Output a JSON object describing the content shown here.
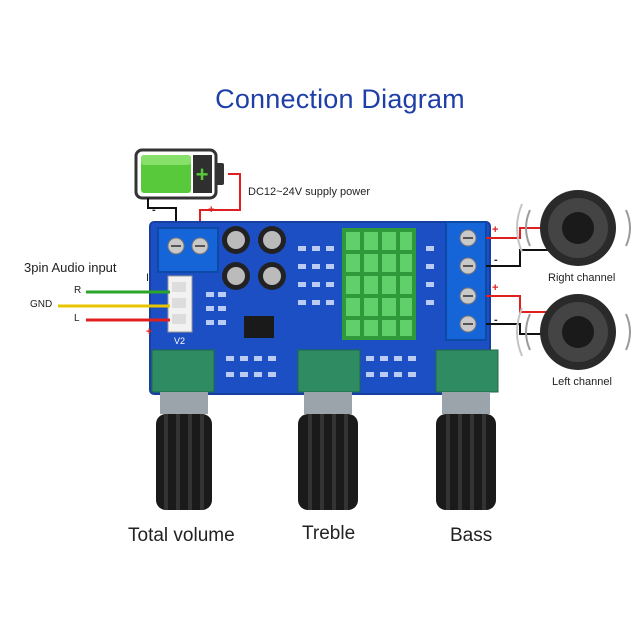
{
  "title": "Connection Diagram",
  "power": {
    "label": "DC12~24V supply power",
    "minus": "-",
    "plus": "+"
  },
  "audio_input": {
    "label": "3pin Audio input",
    "pins": [
      "R",
      "GND",
      "L"
    ],
    "marker_top": "I",
    "marker_bottom": "+"
  },
  "speakers": {
    "right_label": "Right channel",
    "left_label": "Left channel",
    "plus": "+",
    "minus": "-"
  },
  "board": {
    "silk": "V2"
  },
  "knobs": [
    {
      "label": "Total volume"
    },
    {
      "label": "Treble"
    },
    {
      "label": "Bass"
    }
  ],
  "colors": {
    "title": "#1f3fa8",
    "pcb": "#1d4fc4",
    "heatsink": "#3fb84a",
    "wire_red": "#e02020",
    "wire_black": "#111111",
    "wire_green": "#2aa52a",
    "wire_yellow": "#e8c500",
    "battery": "#58c93a"
  }
}
